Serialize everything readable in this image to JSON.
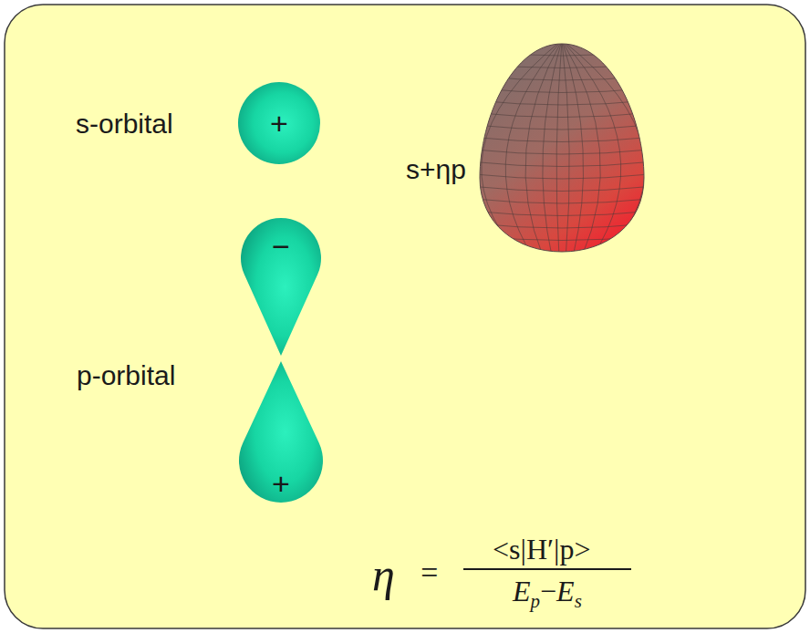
{
  "diagram": {
    "nodes": [
      {
        "text": [
          "+"
        ]
      },
      {
        "text": [
          "−"
        ]
      },
      {
        "text": [
          "+"
        ]
      }
    ],
    "labels": [
      "s-orbital",
      "p-orbital",
      "s+ηp",
      "η",
      "=",
      "<s|H′|p>",
      "E",
      "p",
      "−",
      "E",
      "s"
    ]
  }
}
